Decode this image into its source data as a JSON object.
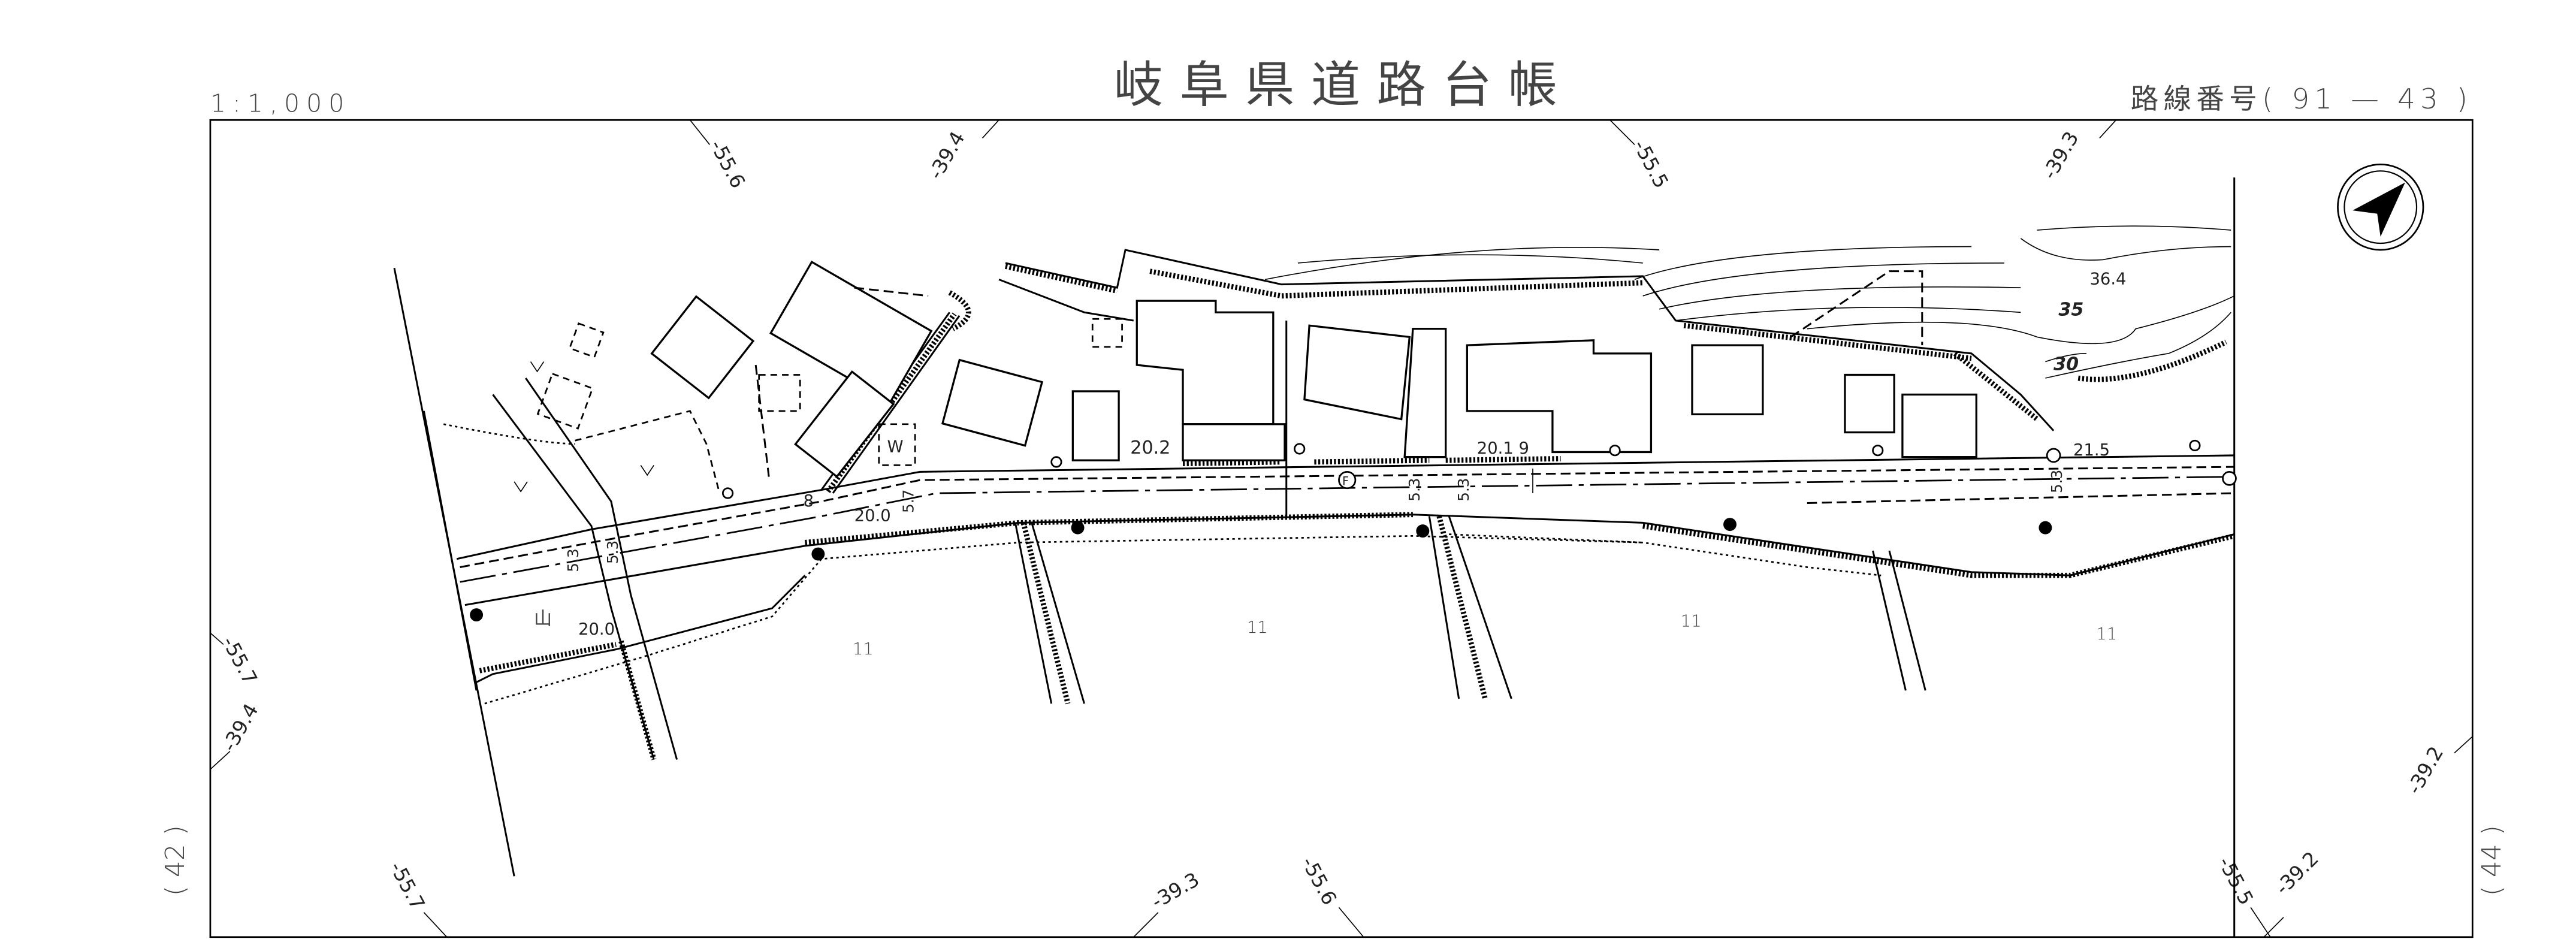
{
  "header": {
    "title": "岐阜県道路台帳",
    "scale": "1:1,000",
    "route_number": "路線番号( 91 — 43 )"
  },
  "adjacent_sheets": {
    "left": "( 42 )",
    "right": "( 44 )"
  },
  "grid_coordinates": {
    "top": [
      "-55.6",
      "-39.4",
      "-55.5",
      "-39.3"
    ],
    "left": [
      "-55.7",
      "-39.4"
    ],
    "right": [
      "-39.2"
    ],
    "bottom": [
      "-55.7",
      "-39.3",
      "-55.6",
      "-55.5",
      "-39.2"
    ]
  },
  "elevations": {
    "e1": "20.2",
    "e2": "20.1 9",
    "e3": "21.5",
    "e4": "20.0",
    "e5": "20.0",
    "e6": "36.4"
  },
  "contours": {
    "c35": "35",
    "c30": "30"
  },
  "widths": {
    "w1": "5.3",
    "w2": "5.3",
    "w3": "5.7",
    "w4": "5.3",
    "w5": "5.3",
    "w6": "5.3",
    "w7": "8"
  },
  "land_symbols": {
    "field": "11",
    "mountain": "山",
    "well": "W",
    "fire_hydrant": "F"
  },
  "north_arrow": "north-arrow-icon"
}
